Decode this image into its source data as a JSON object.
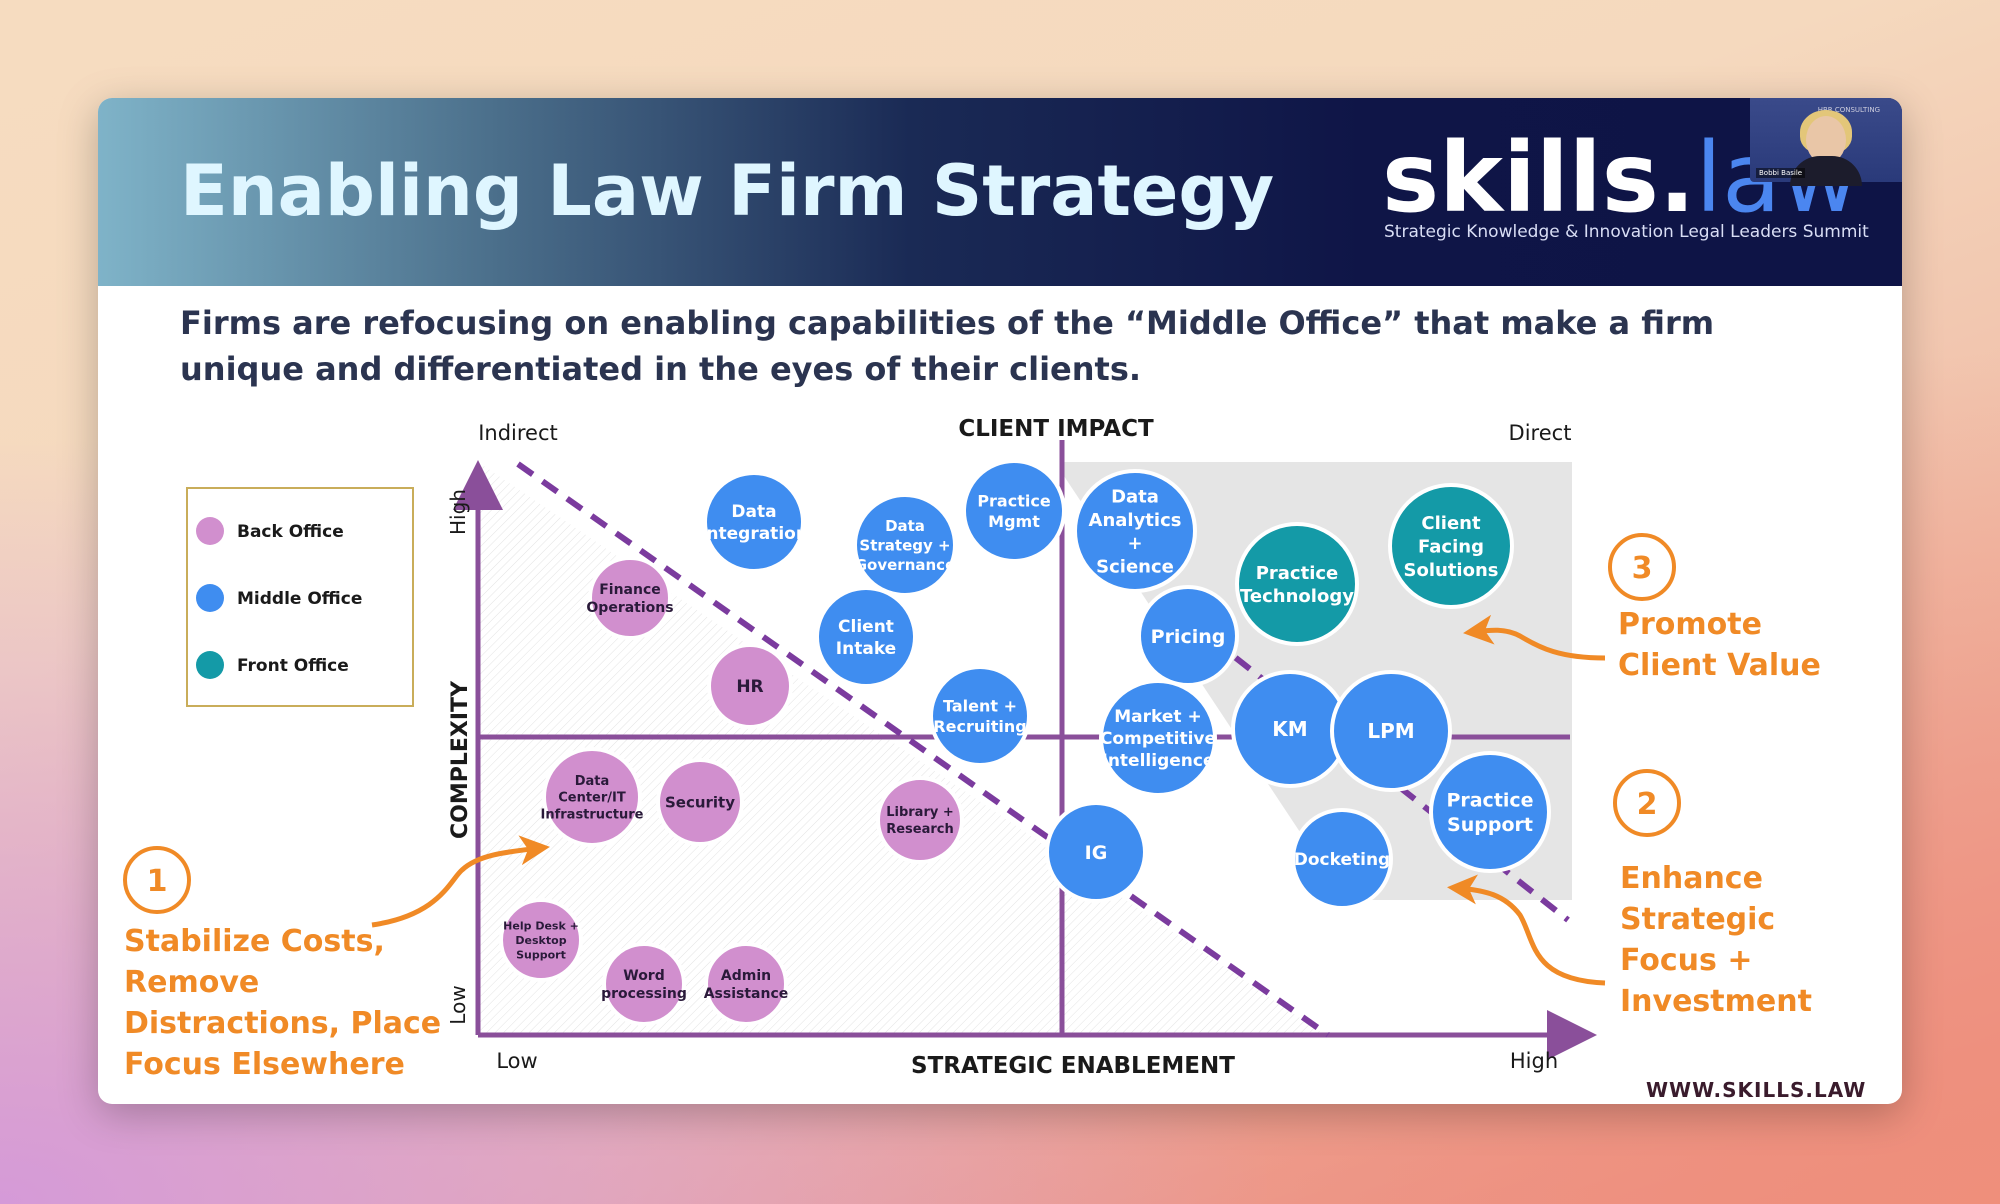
{
  "slide": {
    "title": "Enabling Law Firm Strategy",
    "subtitle": "Firms are refocusing on enabling capabilities of the “Middle Office” that make a firm unique and differentiated in the eyes of their clients.",
    "footer_url": "WWW.SKILLS.LAW"
  },
  "logo": {
    "part1": "skills.",
    "part2": "law",
    "tagline": "Strategic Knowledge & Innovation Legal Leaders Summit"
  },
  "webcam": {
    "name": "Bobbi Basile",
    "badge": "HBR CONSULTING"
  },
  "colors": {
    "back_office": "#d18fce",
    "middle_office": "#3f8df0",
    "front_office": "#149aa7",
    "axis": "#8a4f9a",
    "accent": "#f08a26"
  },
  "legend": [
    {
      "label": "Back Office",
      "category": "back"
    },
    {
      "label": "Middle Office",
      "category": "middle"
    },
    {
      "label": "Front Office",
      "category": "front"
    }
  ],
  "axes": {
    "top_title": "CLIENT IMPACT",
    "top_left": "Indirect",
    "top_right": "Direct",
    "x_title": "STRATEGIC ENABLEMENT",
    "x_low": "Low",
    "x_high": "High",
    "y_title": "COMPLEXITY",
    "y_low": "Low",
    "y_high": "High"
  },
  "callouts": [
    {
      "number": "1",
      "lines": [
        "Stabilize Costs,",
        "Remove",
        "Distractions, Place",
        "Focus Elsewhere"
      ]
    },
    {
      "number": "2",
      "lines": [
        "Enhance",
        "Strategic",
        "Focus +",
        "Investment"
      ]
    },
    {
      "number": "3",
      "lines": [
        "Promote",
        "Client Value"
      ]
    }
  ],
  "bubbles": [
    {
      "lines": [
        "Finance",
        "Operations"
      ],
      "category": "back"
    },
    {
      "lines": [
        "HR"
      ],
      "category": "back"
    },
    {
      "lines": [
        "Data",
        "Center/IT",
        "Infrastructure"
      ],
      "category": "back"
    },
    {
      "lines": [
        "Security"
      ],
      "category": "back"
    },
    {
      "lines": [
        "Library +",
        "Research"
      ],
      "category": "back"
    },
    {
      "lines": [
        "Help Desk +",
        "Desktop",
        "Support"
      ],
      "category": "back"
    },
    {
      "lines": [
        "Word",
        "processing"
      ],
      "category": "back"
    },
    {
      "lines": [
        "Admin",
        "Assistance"
      ],
      "category": "back"
    },
    {
      "lines": [
        "Data",
        "Integration"
      ],
      "category": "middle"
    },
    {
      "lines": [
        "Data",
        "Strategy +",
        "Governance"
      ],
      "category": "middle"
    },
    {
      "lines": [
        "Practice",
        "Mgmt"
      ],
      "category": "middle"
    },
    {
      "lines": [
        "Data",
        "Analytics",
        "+",
        "Science"
      ],
      "category": "middle"
    },
    {
      "lines": [
        "Client",
        "Intake"
      ],
      "category": "middle"
    },
    {
      "lines": [
        "Pricing"
      ],
      "category": "middle"
    },
    {
      "lines": [
        "Talent +",
        "Recruiting"
      ],
      "category": "middle"
    },
    {
      "lines": [
        "Market +",
        "Competitive",
        "Intelligence"
      ],
      "category": "middle"
    },
    {
      "lines": [
        "KM"
      ],
      "category": "middle"
    },
    {
      "lines": [
        "LPM"
      ],
      "category": "middle"
    },
    {
      "lines": [
        "IG"
      ],
      "category": "middle"
    },
    {
      "lines": [
        "Practice",
        "Support"
      ],
      "category": "middle"
    },
    {
      "lines": [
        "Docketing"
      ],
      "category": "middle"
    },
    {
      "lines": [
        "Practice",
        "Technology"
      ],
      "category": "front"
    },
    {
      "lines": [
        "Client",
        "Facing",
        "Solutions"
      ],
      "category": "front"
    }
  ]
}
